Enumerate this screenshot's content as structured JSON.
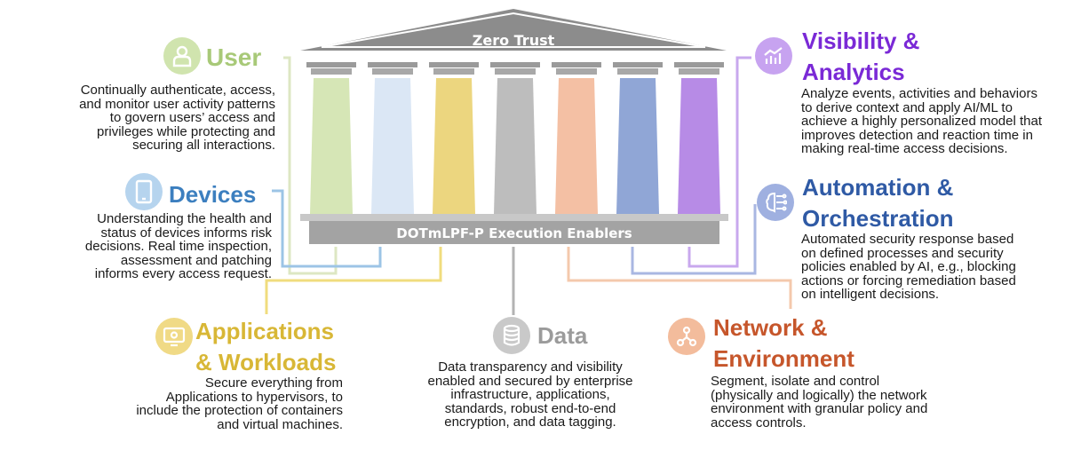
{
  "roof_title": "Zero Trust",
  "base_title": "DOTmLPF-P Execution Enablers",
  "colors": {
    "roof": "#8c8c8c",
    "base": "#a3a3a3",
    "pillars": [
      "#d6e6b6",
      "#dbe7f5",
      "#ecd67f",
      "#bdbdbd",
      "#f4c0a4",
      "#90a6d6",
      "#b78be6"
    ]
  },
  "pillars": [
    {
      "name": "user",
      "label_lines": [
        "User"
      ],
      "color": "#a8c978",
      "icon": "user-icon",
      "description": [
        "Continually authenticate, access,",
        "and monitor user activity patterns",
        "to govern users’ access and",
        "privileges while protecting and",
        "securing all interactions."
      ]
    },
    {
      "name": "devices",
      "label_lines": [
        "Devices"
      ],
      "color": "#3c7fbf",
      "icon": "tablet-icon",
      "description": [
        "Understanding the health and",
        "status of devices informs risk",
        "decisions. Real time inspection,",
        "assessment and patching",
        "informs every access request."
      ]
    },
    {
      "name": "applications",
      "label_lines": [
        "Applications",
        "& Workloads"
      ],
      "color": "#d8b736",
      "icon": "application-window-icon",
      "description": [
        "Secure everything from",
        "Applications to hypervisors, to",
        "include the protection of containers",
        "and virtual machines."
      ]
    },
    {
      "name": "data",
      "label_lines": [
        "Data"
      ],
      "color": "#9b9b9b",
      "icon": "database-icon",
      "description": [
        "Data transparency and visibility",
        "enabled and secured by enterprise",
        "infrastructure, applications,",
        "standards, robust end-to-end",
        "encryption, and data tagging."
      ]
    },
    {
      "name": "network",
      "label_lines": [
        "Network &",
        "Environment"
      ],
      "color": "#c6562b",
      "icon": "network-nodes-icon",
      "description": [
        "Segment, isolate and control",
        "(physically and logically) the network",
        "environment with granular policy and",
        "access controls."
      ]
    },
    {
      "name": "automation",
      "label_lines": [
        "Automation &",
        "Orchestration"
      ],
      "color": "#2f5aa5",
      "icon": "ai-brain-icon",
      "description": [
        "Automated security response based",
        "on defined processes and security",
        "policies enabled by AI, e.g., blocking",
        "actions or forcing remediation based",
        "on intelligent decisions."
      ]
    },
    {
      "name": "visibility",
      "label_lines": [
        "Visibility &",
        "Analytics"
      ],
      "color": "#7a29d6",
      "icon": "analytics-chart-icon",
      "description": [
        "Analyze events, activities and behaviors",
        "to derive context and apply AI/ML to",
        "achieve a highly personalized model that",
        "improves detection and reaction time in",
        "making real-time access decisions."
      ]
    }
  ]
}
